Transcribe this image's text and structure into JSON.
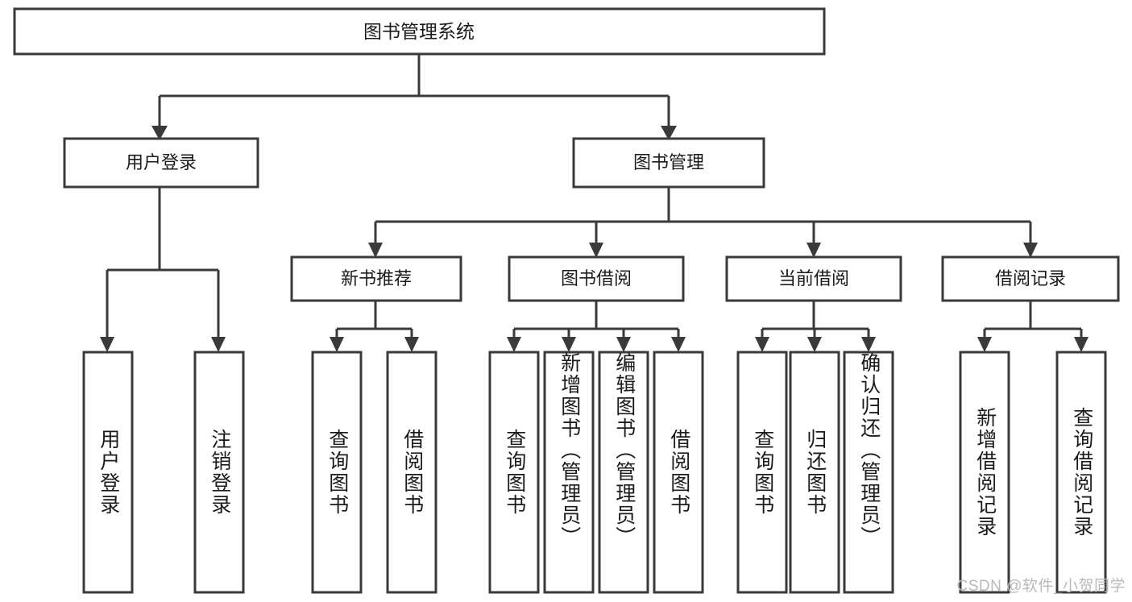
{
  "diagram": {
    "title_node": {
      "label": "图书管理系统"
    },
    "level2": [
      {
        "id": "user-login",
        "label": "用户登录"
      },
      {
        "id": "book-management",
        "label": "图书管理"
      }
    ],
    "level3": [
      {
        "id": "new-book-recommend",
        "label": "新书推荐"
      },
      {
        "id": "book-borrow",
        "label": "图书借阅"
      },
      {
        "id": "current-borrow",
        "label": "当前借阅"
      },
      {
        "id": "borrow-record",
        "label": "借阅记录"
      }
    ],
    "leaves": [
      {
        "id": "leaf-user-login",
        "label": "用户登录",
        "parent": "user-login"
      },
      {
        "id": "leaf-logout-login",
        "label": "注销登录",
        "parent": "user-login"
      },
      {
        "id": "leaf-query-book-1",
        "label": "查询图书",
        "parent": "new-book-recommend"
      },
      {
        "id": "leaf-borrow-book-1",
        "label": "借阅图书",
        "parent": "new-book-recommend"
      },
      {
        "id": "leaf-query-book-2",
        "label": "查询图书",
        "parent": "book-borrow"
      },
      {
        "id": "leaf-add-book",
        "label": "新增图书（管理员）",
        "parent": "book-borrow"
      },
      {
        "id": "leaf-edit-book",
        "label": "编辑图书（管理员）",
        "parent": "book-borrow"
      },
      {
        "id": "leaf-borrow-book-2",
        "label": "借阅图书",
        "parent": "book-borrow"
      },
      {
        "id": "leaf-query-book-3",
        "label": "查询图书",
        "parent": "current-borrow"
      },
      {
        "id": "leaf-return-book",
        "label": "归还图书",
        "parent": "current-borrow"
      },
      {
        "id": "leaf-confirm-return",
        "label": "确认归还（管理员）",
        "parent": "current-borrow"
      },
      {
        "id": "leaf-add-record",
        "label": "新增借阅记录",
        "parent": "borrow-record"
      },
      {
        "id": "leaf-query-record",
        "label": "查询借阅记录",
        "parent": "borrow-record"
      }
    ]
  },
  "watermark": {
    "text": "CSDN @软件_小贺同学"
  },
  "colors": {
    "stroke": "#3a3a3a",
    "text": "#1b1b1b",
    "background": "#ffffff",
    "watermark": "#b9b9b9"
  }
}
